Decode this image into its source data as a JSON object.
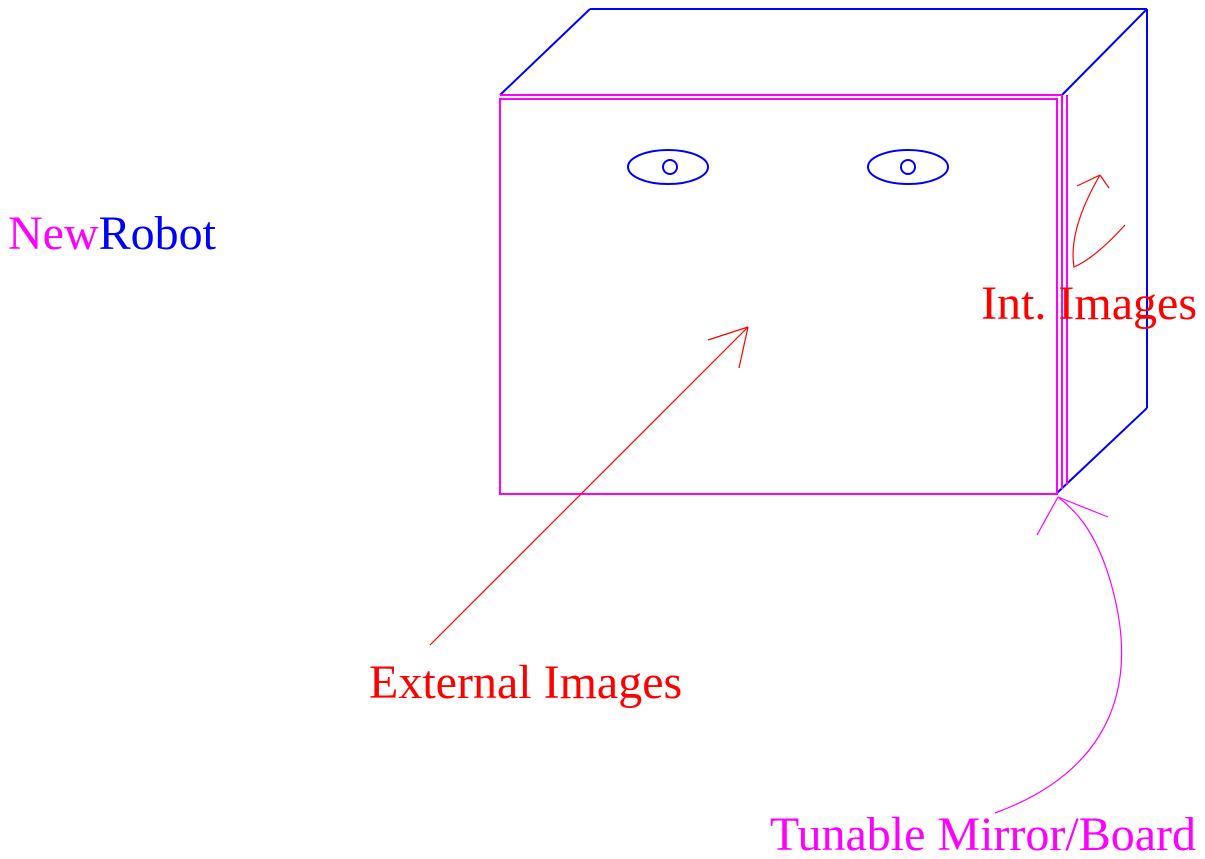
{
  "title": {
    "new": "New",
    "robot": "Robot"
  },
  "labels": {
    "internal_images": "Int. Images",
    "external_images": "External Images",
    "tunable_mirror": "Tunable Mirror/Board"
  },
  "colors": {
    "magenta": "#ff00ff",
    "blue": "#0000ff",
    "red": "#ff0000",
    "background": "#ffffff"
  }
}
